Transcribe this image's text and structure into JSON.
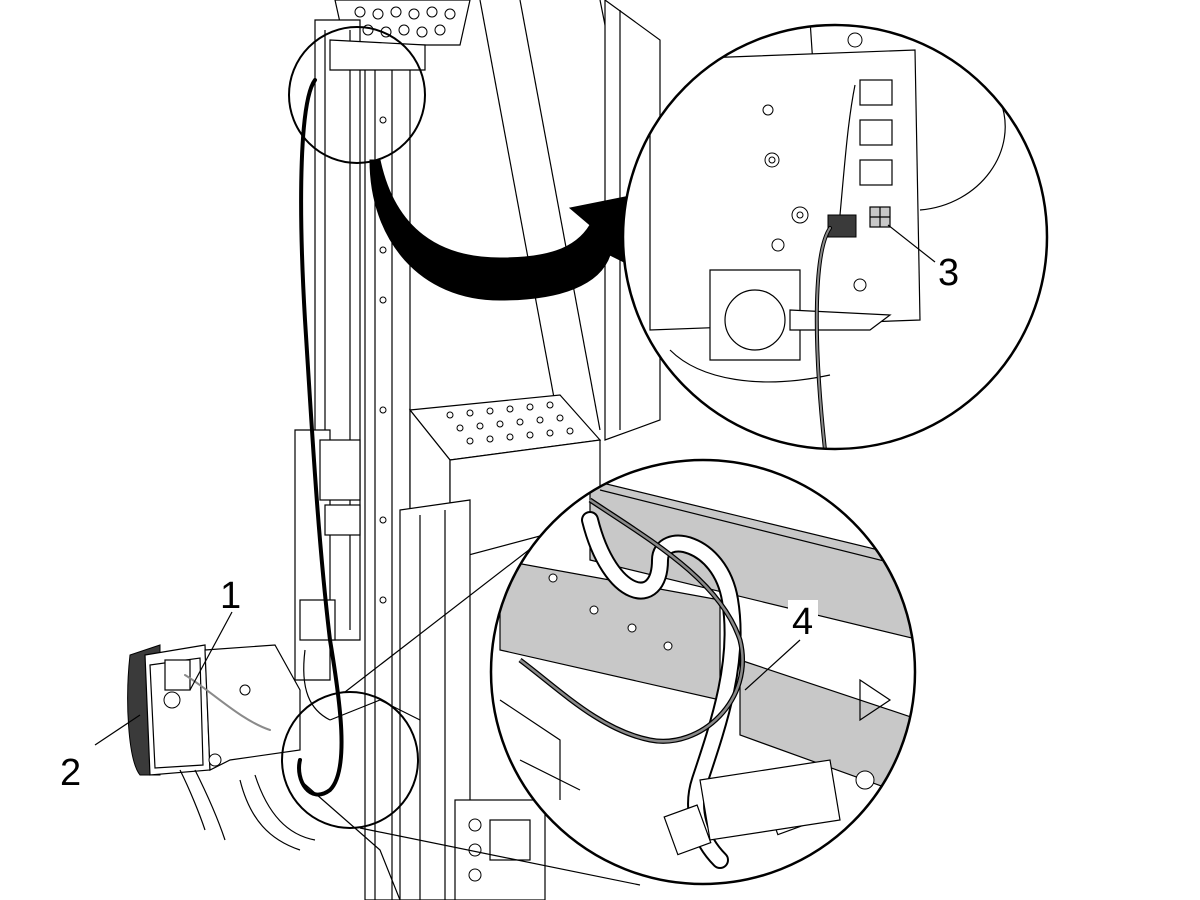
{
  "callouts": [
    {
      "id": "1",
      "label": "1"
    },
    {
      "id": "2",
      "label": "2"
    },
    {
      "id": "3",
      "label": "3"
    },
    {
      "id": "4",
      "label": "4"
    }
  ],
  "colors": {
    "line": "#000000",
    "shade": "#c8c8c8",
    "dark_part": "#3a3a3a",
    "background": "#ffffff"
  },
  "icons": [
    "curved-arrow-icon",
    "magnifier-circle-icon"
  ]
}
